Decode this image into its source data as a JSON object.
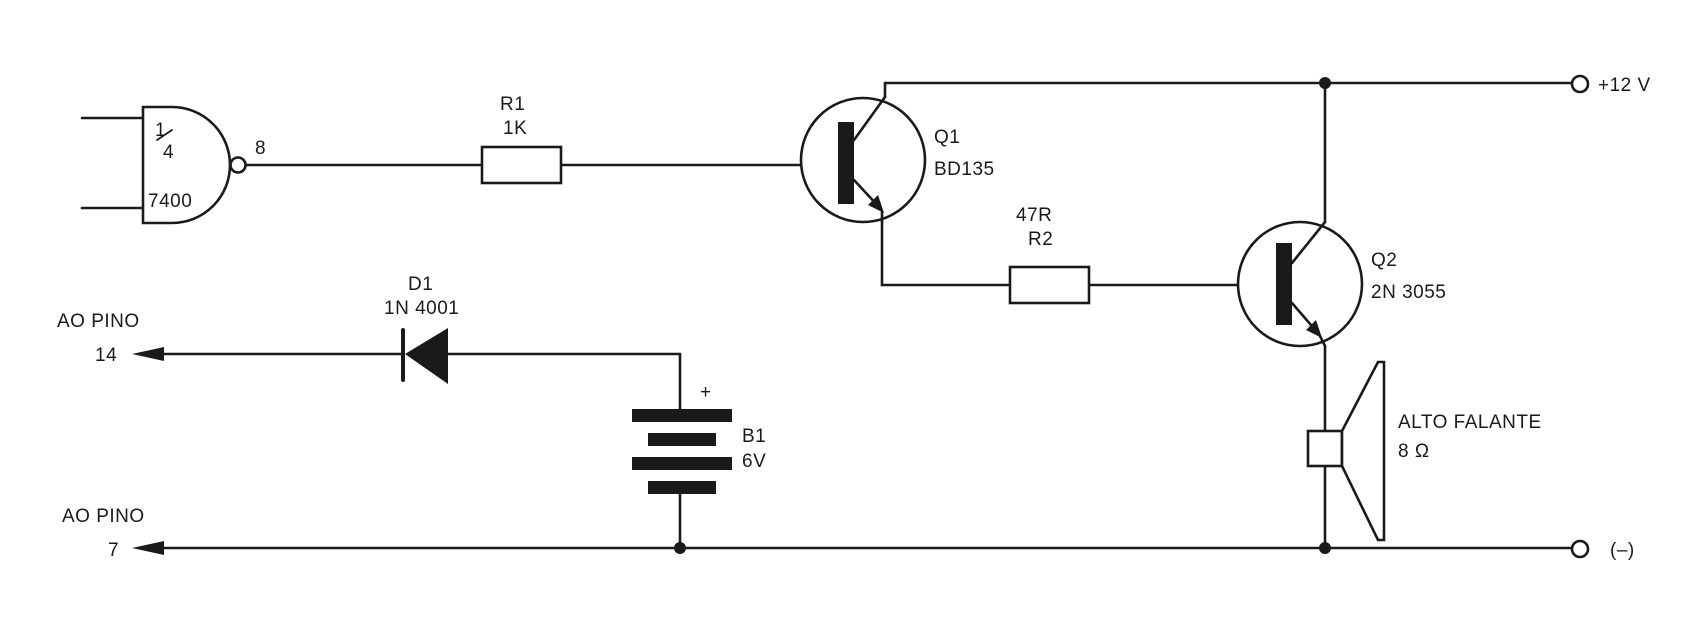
{
  "gate": {
    "fraction_num": "1",
    "fraction_den": "4",
    "part": "7400",
    "output_pin": "8"
  },
  "r1": {
    "name": "R1",
    "value": "1K"
  },
  "q1": {
    "name": "Q1",
    "part": "BD135"
  },
  "r2": {
    "value": "47R",
    "name": "R2"
  },
  "q2": {
    "name": "Q2",
    "part": "2N 3055"
  },
  "supply": {
    "positive": "+12 V",
    "negative": "(–)"
  },
  "d1": {
    "name": "D1",
    "part": "1N 4001"
  },
  "b1": {
    "polarity": "+",
    "name": "B1",
    "voltage": "6V"
  },
  "pin14": {
    "line1": "AO PINO",
    "line2": "14"
  },
  "pin7": {
    "line1": "AO PINO",
    "line2": "7"
  },
  "speaker": {
    "line1": "ALTO FALANTE",
    "line2": "8 Ω"
  }
}
